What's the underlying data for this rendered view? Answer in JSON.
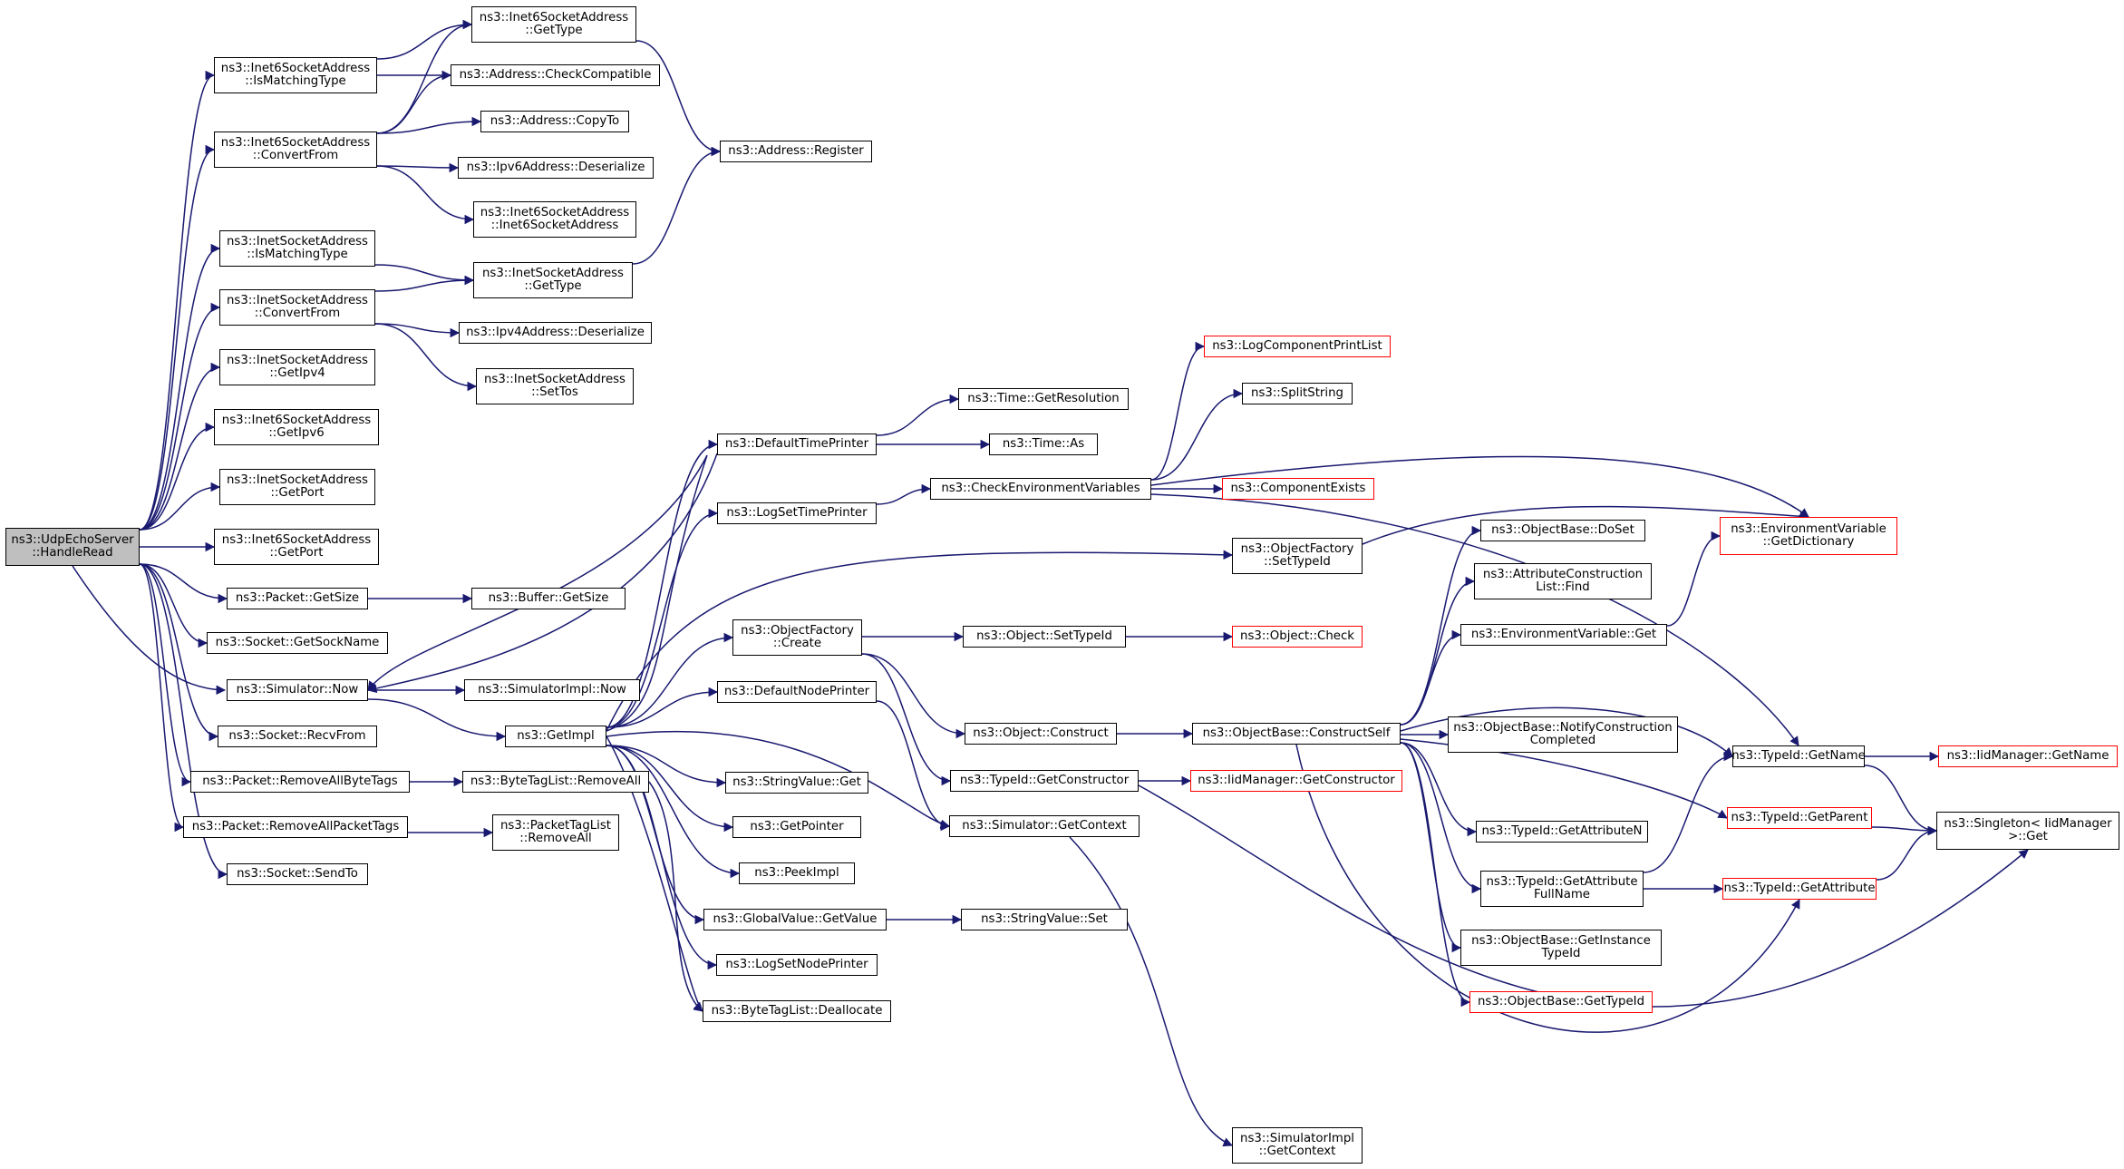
{
  "graph": {
    "edge_color": "#191970",
    "node_border_color": "#000000",
    "truncated_border_color": "#ff0000",
    "root_fill": "#bfbfbf",
    "nodes": [
      {
        "id": "root",
        "label": "ns3::UdpEchoServer\n::HandleRead",
        "root": true
      },
      {
        "id": "i6IsMatch",
        "label": "ns3::Inet6SocketAddress\n::IsMatchingType"
      },
      {
        "id": "i6Conv",
        "label": "ns3::Inet6SocketAddress\n::ConvertFrom"
      },
      {
        "id": "i4IsMatch",
        "label": "ns3::InetSocketAddress\n::IsMatchingType"
      },
      {
        "id": "i4Conv",
        "label": "ns3::InetSocketAddress\n::ConvertFrom"
      },
      {
        "id": "i4GetIpv4",
        "label": "ns3::InetSocketAddress\n::GetIpv4"
      },
      {
        "id": "i6GetIpv6",
        "label": "ns3::Inet6SocketAddress\n::GetIpv6"
      },
      {
        "id": "i4GetPort",
        "label": "ns3::InetSocketAddress\n::GetPort"
      },
      {
        "id": "i6GetPort",
        "label": "ns3::Inet6SocketAddress\n::GetPort"
      },
      {
        "id": "pktGetSize",
        "label": "ns3::Packet::GetSize"
      },
      {
        "id": "sockGetSockName",
        "label": "ns3::Socket::GetSockName"
      },
      {
        "id": "simNow",
        "label": "ns3::Simulator::Now"
      },
      {
        "id": "sockRecvFrom",
        "label": "ns3::Socket::RecvFrom"
      },
      {
        "id": "pktRemByte",
        "label": "ns3::Packet::RemoveAllByteTags"
      },
      {
        "id": "pktRemPkt",
        "label": "ns3::Packet::RemoveAllPacketTags"
      },
      {
        "id": "sockSendTo",
        "label": "ns3::Socket::SendTo"
      },
      {
        "id": "i6GetType",
        "label": "ns3::Inet6SocketAddress\n::GetType"
      },
      {
        "id": "addrCheck",
        "label": "ns3::Address::CheckCompatible"
      },
      {
        "id": "addrCopyTo",
        "label": "ns3::Address::CopyTo"
      },
      {
        "id": "ipv6Deser",
        "label": "ns3::Ipv6Address::Deserialize"
      },
      {
        "id": "i6Ctor",
        "label": "ns3::Inet6SocketAddress\n::Inet6SocketAddress"
      },
      {
        "id": "i4GetType",
        "label": "ns3::InetSocketAddress\n::GetType"
      },
      {
        "id": "ipv4Deser",
        "label": "ns3::Ipv4Address::Deserialize"
      },
      {
        "id": "i4SetTos",
        "label": "ns3::InetSocketAddress\n::SetTos"
      },
      {
        "id": "bufGetSize",
        "label": "ns3::Buffer::GetSize"
      },
      {
        "id": "simImplNow",
        "label": "ns3::SimulatorImpl::Now"
      },
      {
        "id": "getImpl",
        "label": "ns3::GetImpl"
      },
      {
        "id": "btlRemAll",
        "label": "ns3::ByteTagList::RemoveAll"
      },
      {
        "id": "ptlRemAll",
        "label": "ns3::PacketTagList\n::RemoveAll"
      },
      {
        "id": "addrRegister",
        "label": "ns3::Address::Register"
      },
      {
        "id": "defTimePrinter",
        "label": "ns3::DefaultTimePrinter"
      },
      {
        "id": "logSetTimePrinter",
        "label": "ns3::LogSetTimePrinter"
      },
      {
        "id": "objFactCreate",
        "label": "ns3::ObjectFactory\n::Create"
      },
      {
        "id": "defNodePrinter",
        "label": "ns3::DefaultNodePrinter"
      },
      {
        "id": "strValGet",
        "label": "ns3::StringValue::Get"
      },
      {
        "id": "getPointer",
        "label": "ns3::GetPointer"
      },
      {
        "id": "peekImpl",
        "label": "ns3::PeekImpl"
      },
      {
        "id": "gvGetValue",
        "label": "ns3::GlobalValue::GetValue"
      },
      {
        "id": "logSetNodePrinter",
        "label": "ns3::LogSetNodePrinter"
      },
      {
        "id": "btlDealloc",
        "label": "ns3::ByteTagList::Deallocate"
      },
      {
        "id": "timeGetRes",
        "label": "ns3::Time::GetResolution"
      },
      {
        "id": "timeAs",
        "label": "ns3::Time::As"
      },
      {
        "id": "checkEnv",
        "label": "ns3::CheckEnvironmentVariables"
      },
      {
        "id": "objSetTypeId",
        "label": "ns3::Object::SetTypeId"
      },
      {
        "id": "objConstruct",
        "label": "ns3::Object::Construct"
      },
      {
        "id": "tidGetCtor",
        "label": "ns3::TypeId::GetConstructor"
      },
      {
        "id": "simGetContext",
        "label": "ns3::Simulator::GetContext"
      },
      {
        "id": "strValSet",
        "label": "ns3::StringValue::Set"
      },
      {
        "id": "logCompPrintList",
        "label": "ns3::LogComponentPrintList",
        "trunc": true
      },
      {
        "id": "splitString",
        "label": "ns3::SplitString"
      },
      {
        "id": "compExists",
        "label": "ns3::ComponentExists",
        "trunc": true
      },
      {
        "id": "objFactSetTypeId",
        "label": "ns3::ObjectFactory\n::SetTypeId"
      },
      {
        "id": "objCheck",
        "label": "ns3::Object::Check",
        "trunc": true
      },
      {
        "id": "obConstructSelf",
        "label": "ns3::ObjectBase::ConstructSelf"
      },
      {
        "id": "iidGetCtor",
        "label": "ns3::IidManager::GetConstructor",
        "trunc": true
      },
      {
        "id": "simImplGetCtx",
        "label": "ns3::SimulatorImpl\n::GetContext"
      },
      {
        "id": "obDoSet",
        "label": "ns3::ObjectBase::DoSet"
      },
      {
        "id": "acFind",
        "label": "ns3::AttributeConstruction\nList::Find"
      },
      {
        "id": "evGet",
        "label": "ns3::EnvironmentVariable::Get"
      },
      {
        "id": "obNotify",
        "label": "ns3::ObjectBase::NotifyConstruction\nCompleted"
      },
      {
        "id": "tidGetAttrN",
        "label": "ns3::TypeId::GetAttributeN"
      },
      {
        "id": "tidGetAttrFull",
        "label": "ns3::TypeId::GetAttribute\nFullName"
      },
      {
        "id": "obGetInstTid",
        "label": "ns3::ObjectBase::GetInstance\nTypeId"
      },
      {
        "id": "obGetTypeId",
        "label": "ns3::ObjectBase::GetTypeId",
        "trunc": true
      },
      {
        "id": "evGetDict",
        "label": "ns3::EnvironmentVariable\n::GetDictionary",
        "trunc": true
      },
      {
        "id": "tidGetName",
        "label": "ns3::TypeId::GetName"
      },
      {
        "id": "tidGetParent",
        "label": "ns3::TypeId::GetParent",
        "trunc": true
      },
      {
        "id": "tidGetAttr",
        "label": "ns3::TypeId::GetAttribute",
        "trunc": true
      },
      {
        "id": "iidGetName",
        "label": "ns3::IidManager::GetName",
        "trunc": true
      },
      {
        "id": "singletonGet",
        "label": "ns3::Singleton< IidManager\n>::Get"
      }
    ],
    "edges": [
      [
        "root",
        "i6IsMatch"
      ],
      [
        "root",
        "i6Conv"
      ],
      [
        "root",
        "i4IsMatch"
      ],
      [
        "root",
        "i4Conv"
      ],
      [
        "root",
        "i4GetIpv4"
      ],
      [
        "root",
        "i6GetIpv6"
      ],
      [
        "root",
        "i4GetPort"
      ],
      [
        "root",
        "i6GetPort"
      ],
      [
        "root",
        "pktGetSize"
      ],
      [
        "root",
        "sockGetSockName"
      ],
      [
        "root",
        "simNow"
      ],
      [
        "root",
        "sockRecvFrom"
      ],
      [
        "root",
        "pktRemByte"
      ],
      [
        "root",
        "pktRemPkt"
      ],
      [
        "root",
        "sockSendTo"
      ],
      [
        "i6IsMatch",
        "i6GetType"
      ],
      [
        "i6IsMatch",
        "addrCheck"
      ],
      [
        "i6Conv",
        "i6GetType"
      ],
      [
        "i6Conv",
        "addrCheck"
      ],
      [
        "i6Conv",
        "addrCopyTo"
      ],
      [
        "i6Conv",
        "ipv6Deser"
      ],
      [
        "i6Conv",
        "i6Ctor"
      ],
      [
        "i6GetType",
        "addrRegister"
      ],
      [
        "i4IsMatch",
        "i4GetType"
      ],
      [
        "i4Conv",
        "i4GetType"
      ],
      [
        "i4Conv",
        "ipv4Deser"
      ],
      [
        "i4Conv",
        "i4SetTos"
      ],
      [
        "i4GetType",
        "addrRegister"
      ],
      [
        "pktGetSize",
        "bufGetSize"
      ],
      [
        "simNow",
        "simImplNow"
      ],
      [
        "simNow",
        "getImpl"
      ],
      [
        "pktRemByte",
        "btlRemAll"
      ],
      [
        "pktRemPkt",
        "ptlRemAll"
      ],
      [
        "getImpl",
        "defTimePrinter"
      ],
      [
        "getImpl",
        "logSetTimePrinter"
      ],
      [
        "getImpl",
        "objFactSetTypeId"
      ],
      [
        "getImpl",
        "objFactCreate"
      ],
      [
        "getImpl",
        "defNodePrinter"
      ],
      [
        "getImpl",
        "strValGet"
      ],
      [
        "getImpl",
        "getPointer"
      ],
      [
        "getImpl",
        "peekImpl"
      ],
      [
        "getImpl",
        "gvGetValue"
      ],
      [
        "getImpl",
        "logSetNodePrinter"
      ],
      [
        "getImpl",
        "btlDealloc"
      ],
      [
        "getImpl",
        "simGetContext"
      ],
      [
        "getImpl",
        "simNow"
      ],
      [
        "btlRemAll",
        "btlDealloc"
      ],
      [
        "defTimePrinter",
        "timeGetRes"
      ],
      [
        "defTimePrinter",
        "timeAs"
      ],
      [
        "defTimePrinter",
        "simNow"
      ],
      [
        "logSetTimePrinter",
        "checkEnv"
      ],
      [
        "checkEnv",
        "logCompPrintList"
      ],
      [
        "checkEnv",
        "splitString"
      ],
      [
        "checkEnv",
        "compExists"
      ],
      [
        "checkEnv",
        "evGetDict"
      ],
      [
        "checkEnv",
        "tidGetName"
      ],
      [
        "objFactSetTypeId",
        "evGetDict"
      ],
      [
        "objFactCreate",
        "objSetTypeId"
      ],
      [
        "objFactCreate",
        "objConstruct"
      ],
      [
        "objFactCreate",
        "tidGetCtor"
      ],
      [
        "objSetTypeId",
        "objCheck"
      ],
      [
        "objConstruct",
        "obConstructSelf"
      ],
      [
        "defNodePrinter",
        "simGetContext"
      ],
      [
        "gvGetValue",
        "strValSet"
      ],
      [
        "tidGetCtor",
        "iidGetCtor"
      ],
      [
        "tidGetCtor",
        "singletonGet"
      ],
      [
        "simGetContext",
        "simImplGetCtx"
      ],
      [
        "obConstructSelf",
        "obDoSet"
      ],
      [
        "obConstructSelf",
        "acFind"
      ],
      [
        "obConstructSelf",
        "evGet"
      ],
      [
        "obConstructSelf",
        "obNotify"
      ],
      [
        "obConstructSelf",
        "tidGetAttrN"
      ],
      [
        "obConstructSelf",
        "tidGetAttrFull"
      ],
      [
        "obConstructSelf",
        "obGetInstTid"
      ],
      [
        "obConstructSelf",
        "obGetTypeId"
      ],
      [
        "obConstructSelf",
        "tidGetName"
      ],
      [
        "obConstructSelf",
        "tidGetParent"
      ],
      [
        "obConstructSelf",
        "tidGetAttr"
      ],
      [
        "evGet",
        "evGetDict"
      ],
      [
        "tidGetAttrFull",
        "tidGetName"
      ],
      [
        "tidGetAttrFull",
        "tidGetAttr"
      ],
      [
        "tidGetName",
        "iidGetName"
      ],
      [
        "tidGetName",
        "singletonGet"
      ],
      [
        "tidGetParent",
        "singletonGet"
      ],
      [
        "tidGetAttr",
        "singletonGet"
      ]
    ]
  }
}
